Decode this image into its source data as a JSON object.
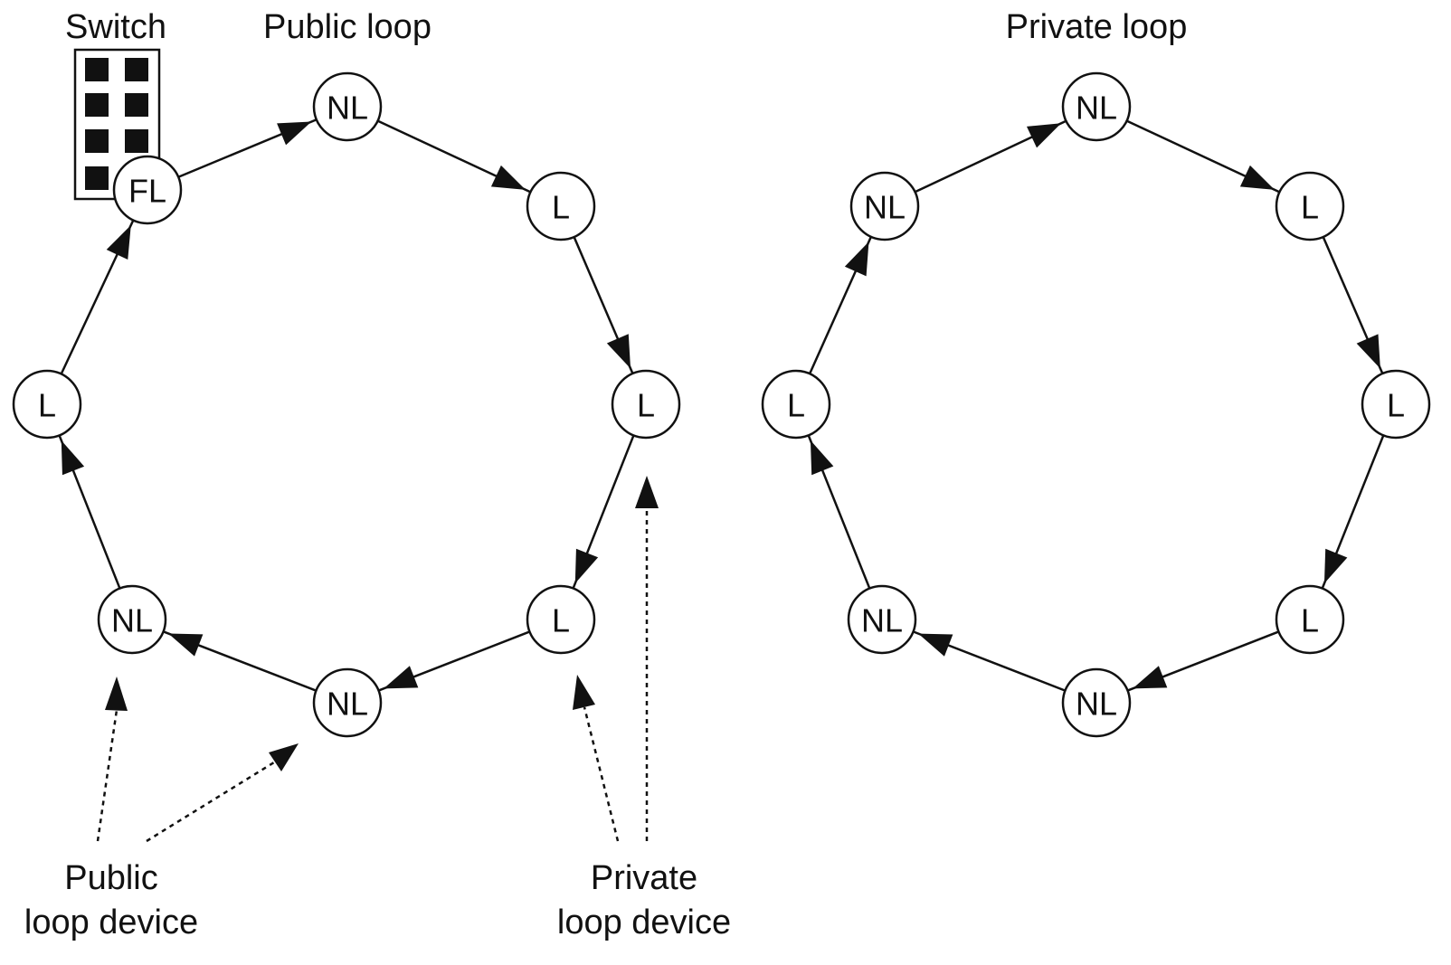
{
  "labels": {
    "switch": "Switch",
    "public_loop_title": "Public loop",
    "private_loop_title": "Private loop",
    "public_device_line1": "Public",
    "public_device_line2": "loop device",
    "private_device_line1": "Private",
    "private_device_line2": "loop device"
  },
  "public_loop": {
    "nodes": [
      "NL",
      "L",
      "L",
      "L",
      "NL",
      "NL",
      "L",
      "FL"
    ]
  },
  "private_loop": {
    "nodes": [
      "NL",
      "L",
      "L",
      "L",
      "NL",
      "NL",
      "L",
      "NL"
    ]
  },
  "colors": {
    "stroke": "#111111",
    "background": "#ffffff",
    "switch_port": "#111111"
  }
}
